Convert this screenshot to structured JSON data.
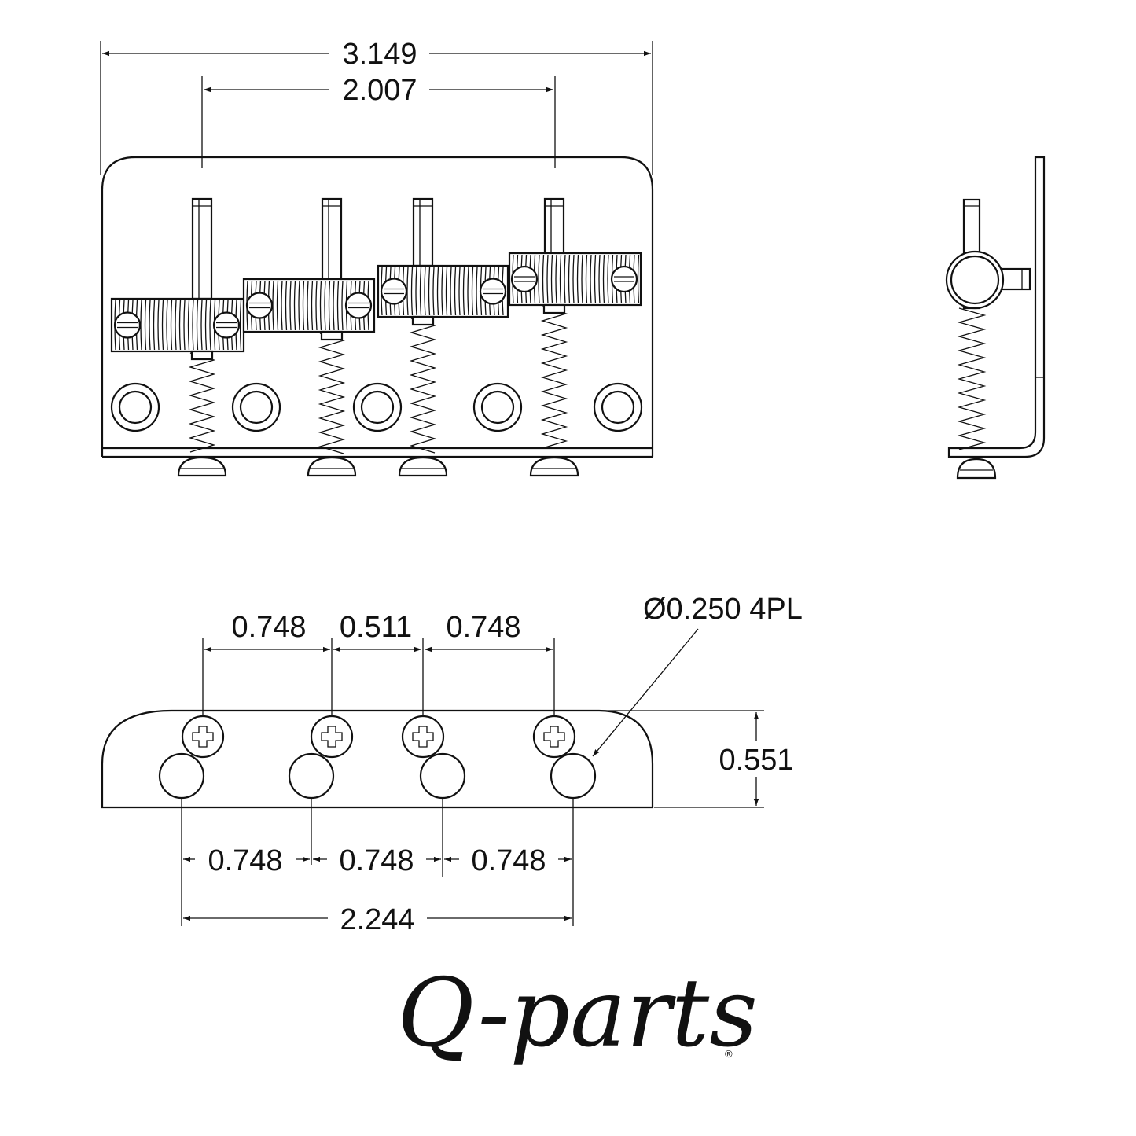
{
  "top_view": {
    "overall_width": "3.149",
    "outer_string_span": "2.007"
  },
  "bottom_view": {
    "screw_spacing": [
      "0.748",
      "0.511",
      "0.748"
    ],
    "hole_spacing": [
      "0.748",
      "0.748",
      "0.748"
    ],
    "hole_span": "2.244",
    "depth": "0.551",
    "hole_callout": "Ø0.250 4PL"
  },
  "logo": {
    "text": "Q-parts",
    "mark": "®"
  }
}
